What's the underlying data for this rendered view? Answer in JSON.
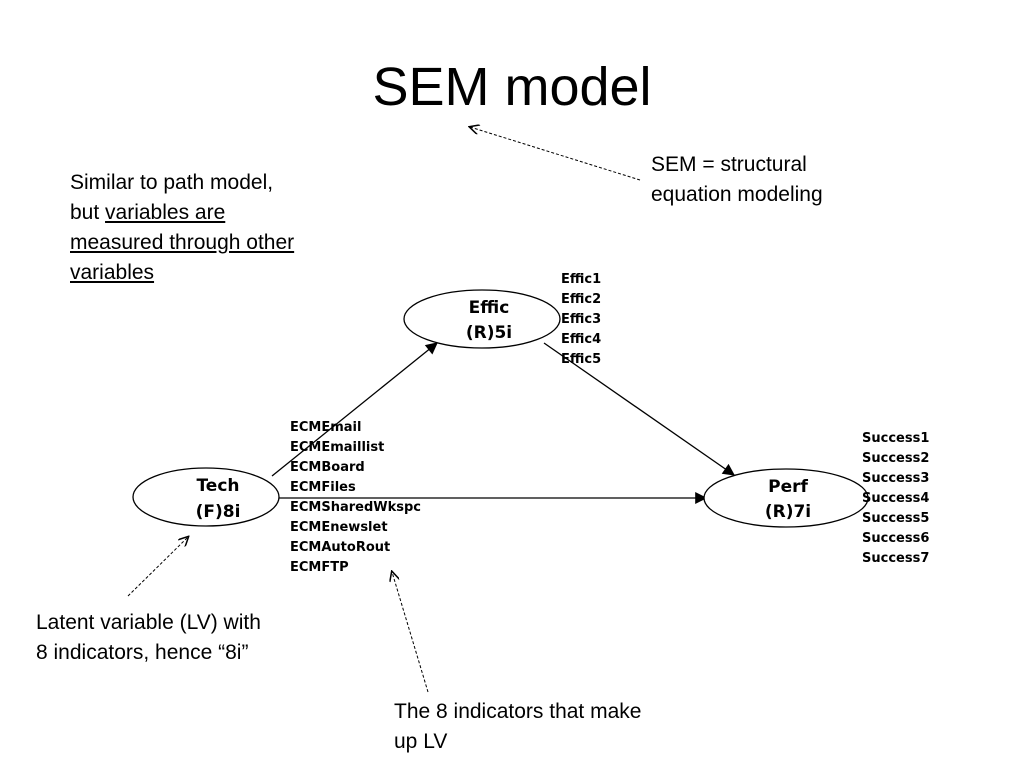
{
  "title": "SEM model",
  "notes": {
    "left_plain": "Similar to path model, but ",
    "left_underlined": "variables are measured through other variables",
    "sem_definition": "SEM = structural equation modeling",
    "latent_variable": "Latent variable (LV) with 8 indicators, hence “8i”",
    "indicators": "The 8 indicators that make up LV"
  },
  "nodes": {
    "effic": {
      "name": "Effic",
      "code": "(R)5i"
    },
    "tech": {
      "name": "Tech",
      "code": "(F)8i"
    },
    "perf": {
      "name": "Perf",
      "code": "(R)7i"
    }
  },
  "indicators": {
    "effic": [
      "Effic1",
      "Effic2",
      "Effic3",
      "Effic4",
      "Effic5"
    ],
    "tech": [
      "ECMEmail",
      "ECMEmaillist",
      "ECMBoard",
      "ECMFiles",
      "ECMSharedWkspc",
      "ECMEnewslet",
      "ECMAutoRout",
      "ECMFTP"
    ],
    "perf": [
      "Success1",
      "Success2",
      "Success3",
      "Success4",
      "Success5",
      "Success6",
      "Success7"
    ]
  },
  "edges": [
    {
      "from": "Tech",
      "to": "Effic"
    },
    {
      "from": "Effic",
      "to": "Perf"
    },
    {
      "from": "Tech",
      "to": "Perf"
    }
  ]
}
